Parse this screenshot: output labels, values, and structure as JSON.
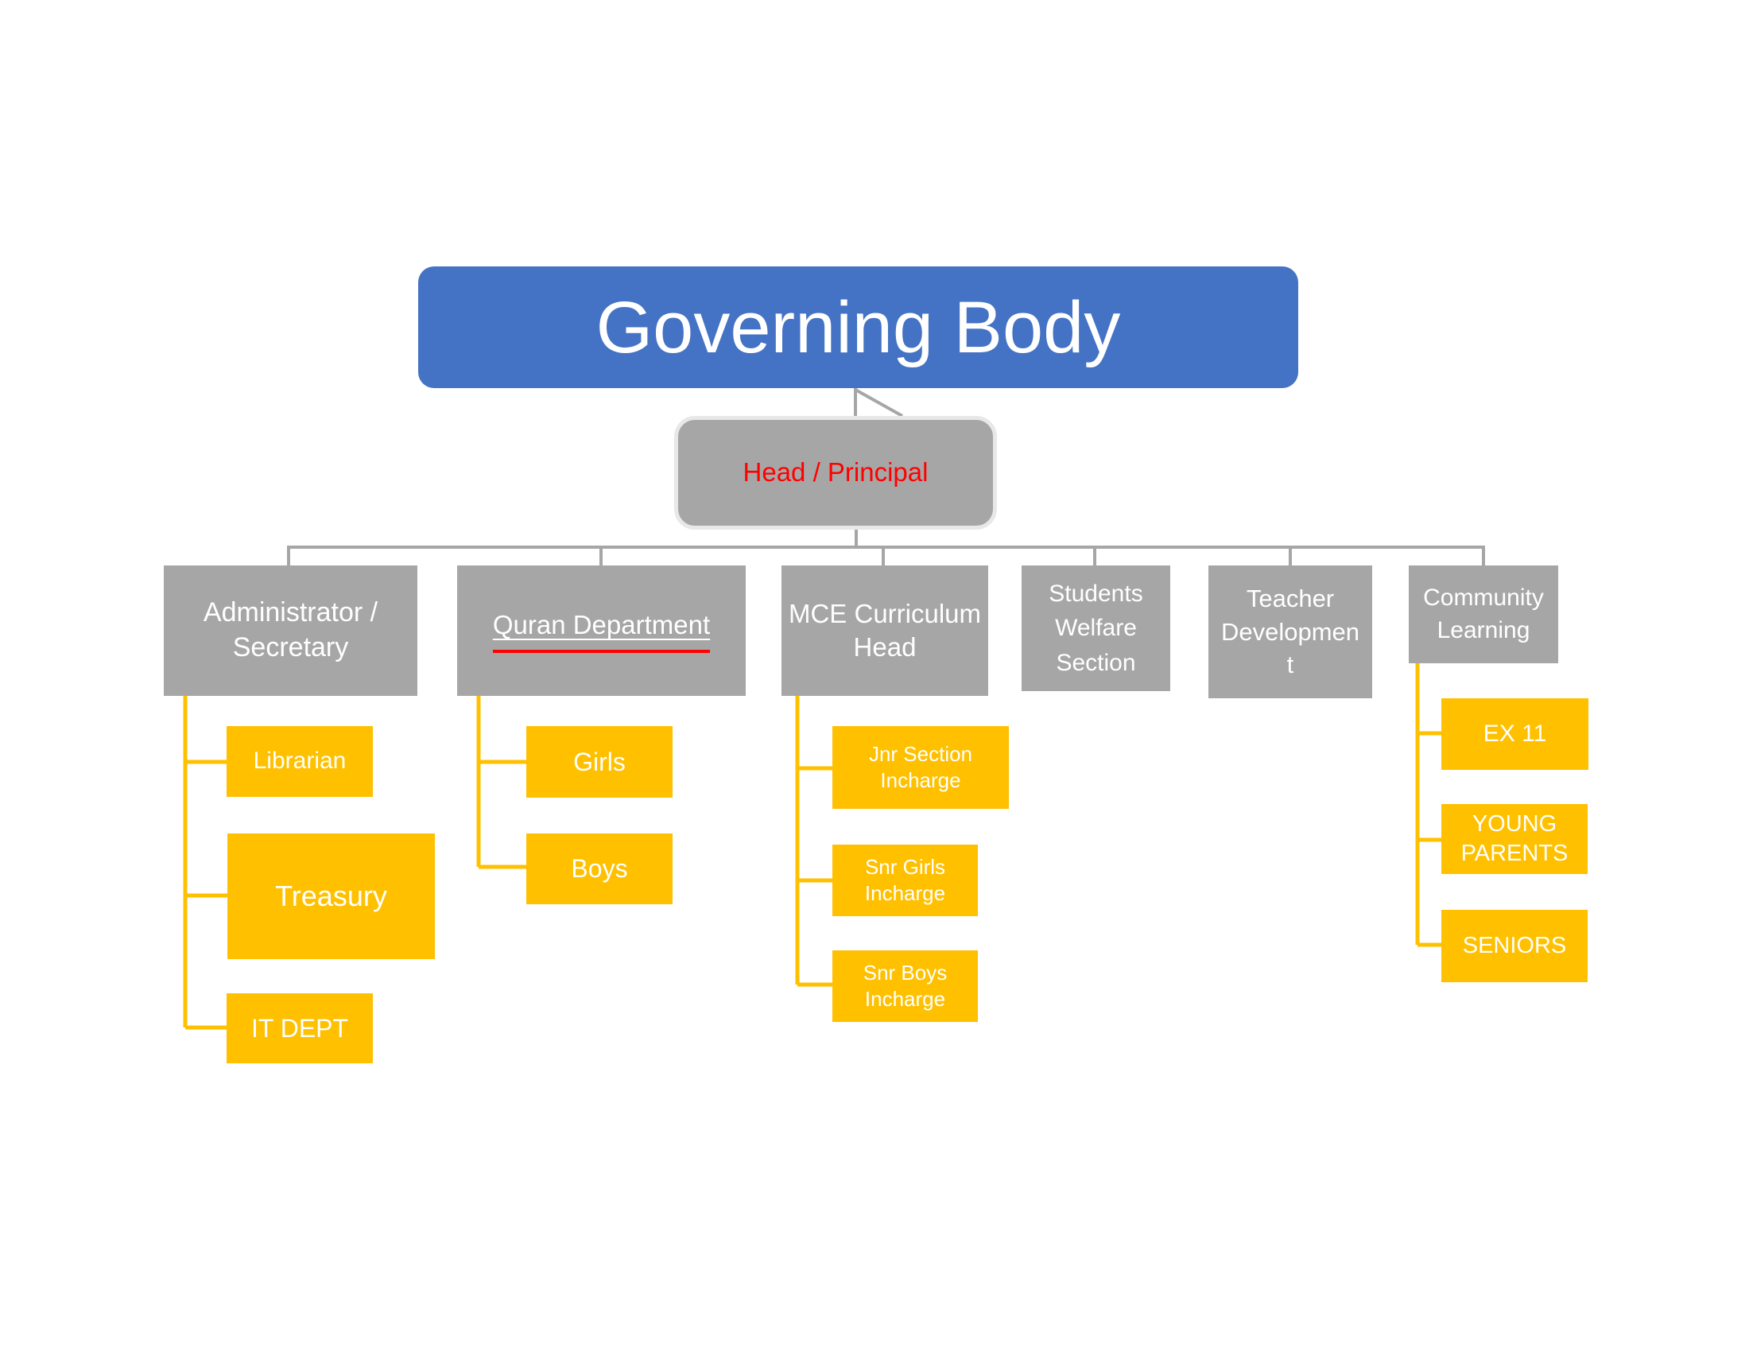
{
  "colors": {
    "blue": "#4472C4",
    "gray": "#A6A6A6",
    "gold": "#FFC000",
    "red": "#FF0000",
    "border_light": "#E8E8E8",
    "line_gray": "#A6A6A6"
  },
  "root": {
    "label": "Governing Body"
  },
  "principal": {
    "label": "Head / Principal"
  },
  "departments": [
    {
      "label": "Administrator /\nSecretary"
    },
    {
      "label": "Quran Department"
    },
    {
      "label": "MCE Curriculum\nHead"
    },
    {
      "label": "Students\nWelfare\nSection"
    },
    {
      "label": "Teacher\nDevelopmen\nt"
    },
    {
      "label": "Community\nLearning"
    }
  ],
  "admin_children": [
    {
      "label": "Librarian"
    },
    {
      "label": "Treasury"
    },
    {
      "label": "IT DEPT"
    }
  ],
  "quran_children": [
    {
      "label": "Girls"
    },
    {
      "label": "Boys"
    }
  ],
  "mce_children": [
    {
      "label": "Jnr Section\nIncharge"
    },
    {
      "label": "Snr Girls\nIncharge"
    },
    {
      "label": "Snr Boys\nIncharge"
    }
  ],
  "community_children": [
    {
      "label": "EX 11"
    },
    {
      "label": "YOUNG\nPARENTS"
    },
    {
      "label": "SENIORS"
    }
  ]
}
